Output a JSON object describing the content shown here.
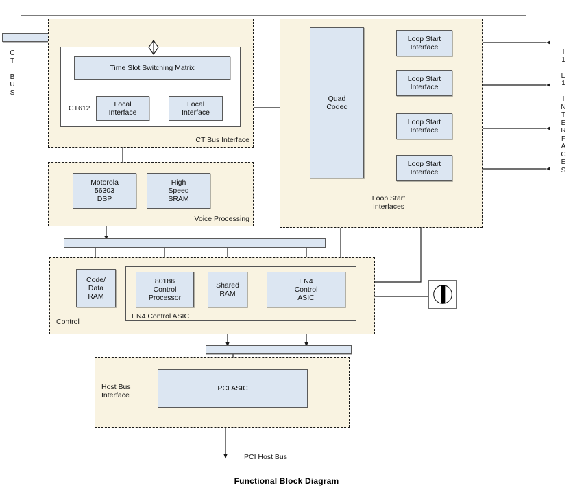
{
  "caption": "Functional Block Diagram",
  "edge_labels": {
    "left_bus": "C\nT\n\nB\nU\nS",
    "right_interfaces": "T\n1\n\nE\n1\n\nI\nN\nT\nE\nR\nF\nA\nC\nE\nS"
  },
  "external_bus": {
    "pci_host_bus": "PCI Host Bus"
  },
  "groups": {
    "ct_bus_interface": {
      "label": "CT Bus Interface"
    },
    "voice_processing": {
      "label": "Voice Processing"
    },
    "loop_start_interfaces": {
      "label": "Loop Start\nInterfaces"
    },
    "control": {
      "label": "Control"
    },
    "host_bus_interface": {
      "label": "Host Bus\nInterface"
    }
  },
  "subframes": {
    "ct612": {
      "label": "CT612"
    },
    "en4_control_asic": {
      "label": "EN4 Control ASIC"
    }
  },
  "blocks": {
    "time_slot_switching_matrix": "Time Slot Switching Matrix",
    "local_interface_left": "Local\nInterface",
    "local_interface_right": "Local\nInterface",
    "motorola_dsp": "Motorola\n56303\nDSP",
    "high_speed_sram": "High\nSpeed\nSRAM",
    "quad_codec": "Quad\nCodec",
    "loop_start_interface_1": "Loop Start\nInterface",
    "loop_start_interface_2": "Loop Start\nInterface",
    "loop_start_interface_3": "Loop Start\nInterface",
    "loop_start_interface_4": "Loop Start\nInterface",
    "code_data_ram": "Code/\nData\nRAM",
    "control_processor_80186": "80186\nControl\nProcessor",
    "shared_ram": "Shared\nRAM",
    "en4_control_asic_block": "EN4\nControl\nASIC",
    "pci_asic": "PCI ASIC"
  },
  "icons": {
    "connector_jack": "connector-jack-icon",
    "ct_bus_diamond": "diamond-connector-icon"
  },
  "colors": {
    "block_fill": "#dce6f2",
    "block_stroke": "#5a5a5a",
    "group_fill": "#f9f3e1",
    "group_stroke": "#1a1a1a",
    "frame_stroke": "#7b7b7b",
    "line": "#1a1a1a",
    "text": "#111111",
    "page_bg": "#ffffff"
  }
}
